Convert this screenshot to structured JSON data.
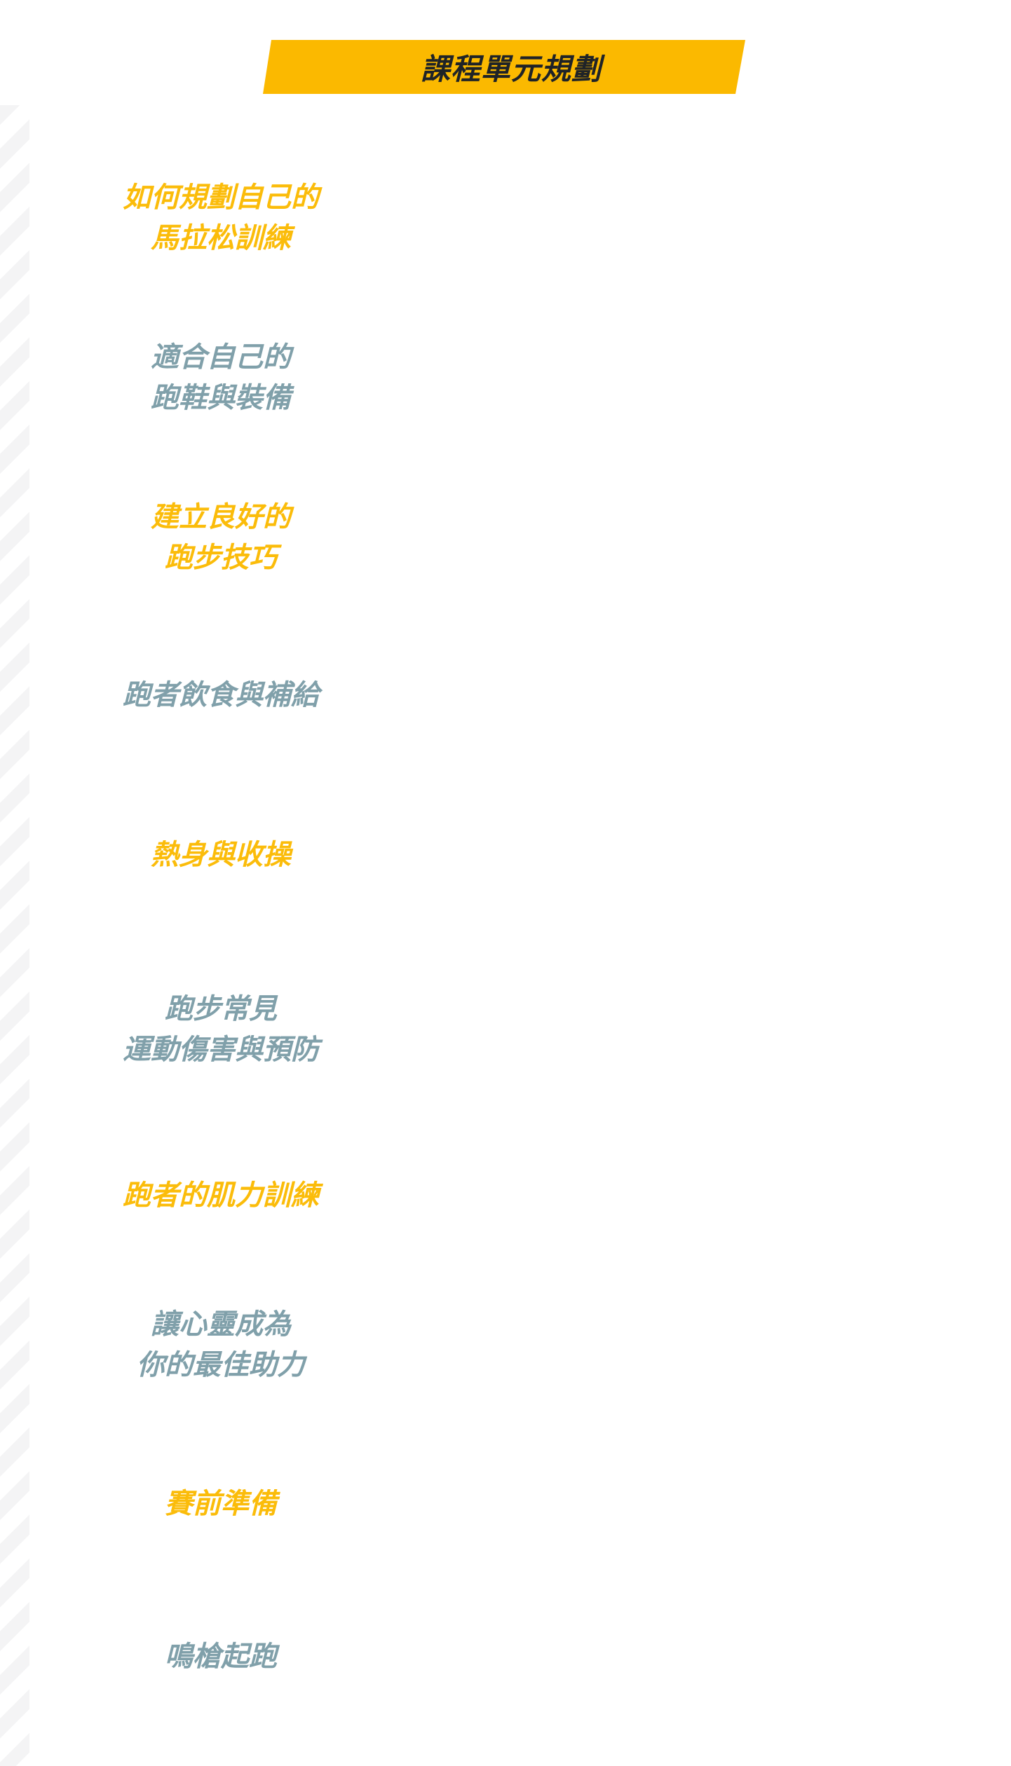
{
  "header": {
    "title": "課程單元規劃"
  },
  "units": [
    {
      "line1": "如何規劃自己的",
      "line2": "馬拉松訓練"
    },
    {
      "line1": "適合自己的",
      "line2": "跑鞋與裝備"
    },
    {
      "line1": "建立良好的",
      "line2": "跑步技巧"
    },
    {
      "line1": "跑者飲食與補給"
    },
    {
      "line1": "熱身與收操"
    },
    {
      "line1": "跑步常見",
      "line2": "運動傷害與預防"
    },
    {
      "line1": "跑者的肌力訓練"
    },
    {
      "line1": "讓心靈成為",
      "line2": "你的最佳助力"
    },
    {
      "line1": "賽前準備"
    },
    {
      "line1": "鳴槍起跑"
    }
  ],
  "colors": {
    "accent_yellow": "#fbb900",
    "unit_yellow": "#fbbc0a",
    "unit_gray": "#80a0aa",
    "title_dark": "#1f2327",
    "stripe": "#f4f4f5"
  }
}
